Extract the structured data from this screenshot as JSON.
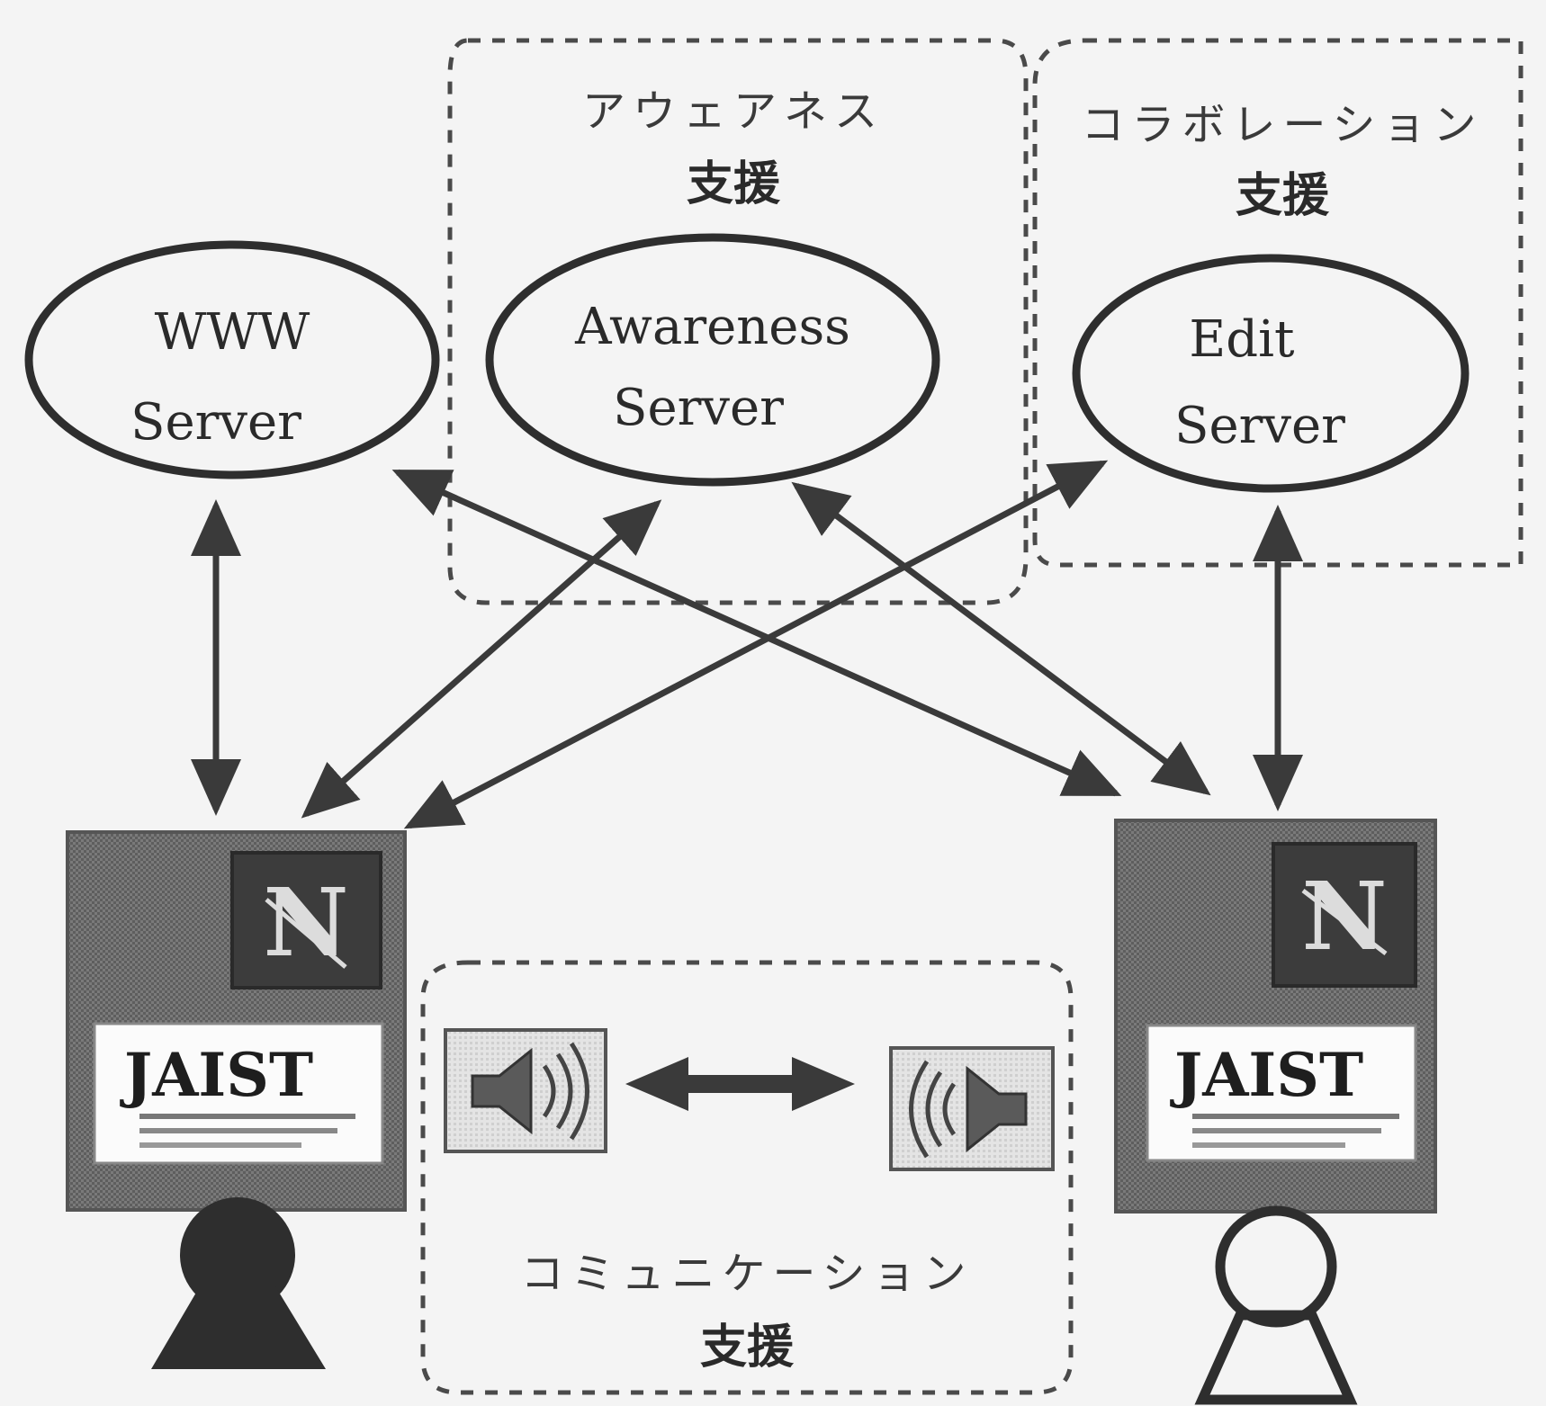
{
  "regions": {
    "awareness": {
      "line1": "アウェアネス",
      "line2": "支援"
    },
    "collaboration": {
      "line1": "コラボレーション",
      "line2": "支援"
    },
    "communication": {
      "line1": "コミュニケーション",
      "line2": "支援"
    }
  },
  "servers": {
    "www": {
      "line1": "WWW",
      "line2": "Server"
    },
    "awareness": {
      "line1": "Awareness",
      "line2": "Server"
    },
    "edit": {
      "line1": "Edit",
      "line2": "Server"
    }
  },
  "clients": {
    "left": {
      "browser_logo": "N",
      "institution_logo": "JAIST",
      "user": "filled"
    },
    "right": {
      "browser_logo": "N",
      "institution_logo": "JAIST",
      "user": "outline"
    }
  },
  "icons": [
    "speaker-icon",
    "speaker-icon",
    "netscape-icon",
    "person-icon"
  ],
  "colors": {
    "line": "#3a3a3a",
    "background": "#f4f4f4",
    "monitor": "#6a6a6a"
  }
}
